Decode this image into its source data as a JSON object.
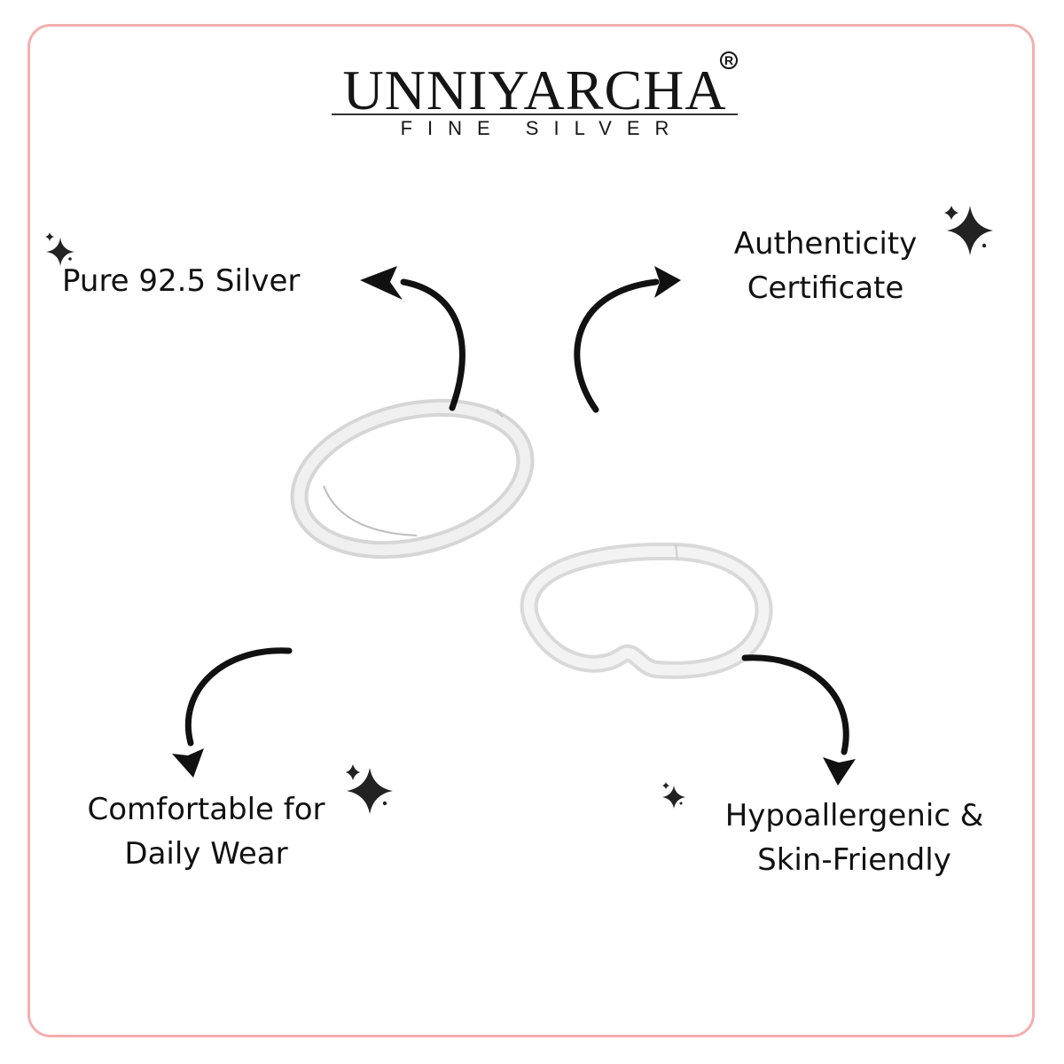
{
  "brand": {
    "name": "UNNIYARCHA",
    "registered_mark": "R",
    "tagline": "FINE SILVER"
  },
  "features": [
    {
      "label": "Pure 92.5 Silver",
      "position": "top-left",
      "icon": "sparkle-icon",
      "arrow": "curved-arrow-left-icon"
    },
    {
      "label_lines": [
        "Authenticity",
        "Certificate"
      ],
      "position": "top-right",
      "icon": "sparkle-icon",
      "arrow": "curved-arrow-right-icon"
    },
    {
      "label_lines": [
        "Comfortable for",
        "Daily Wear"
      ],
      "position": "bottom-left",
      "icon": "sparkle-icon",
      "arrow": "curved-arrow-down-icon"
    },
    {
      "label_lines": [
        "Hypoallergenic &",
        "Skin-Friendly"
      ],
      "position": "bottom-right",
      "icon": "sparkle-icon",
      "arrow": "curved-arrow-down-icon"
    }
  ],
  "product": {
    "items": [
      "silver-toe-ring-1",
      "silver-toe-ring-2"
    ]
  },
  "colors": {
    "frame_border": "#f4aeae",
    "text": "#111111",
    "silver": "#e6e6e6"
  }
}
